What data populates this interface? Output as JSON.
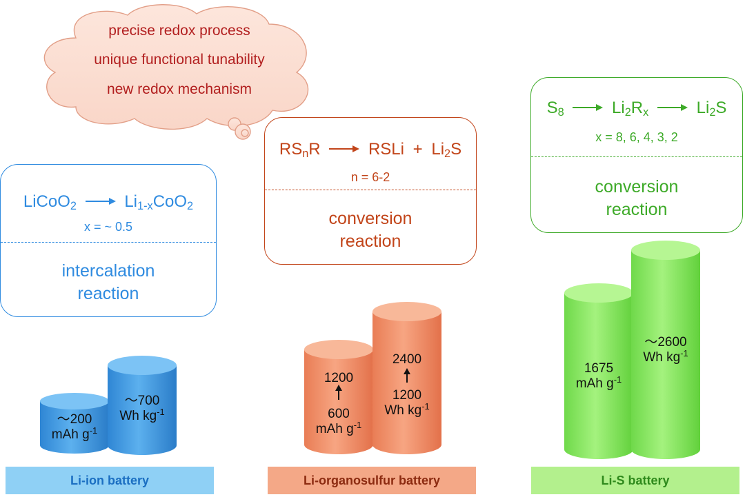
{
  "colors": {
    "blue": "#2f8be0",
    "orange": "#c2451a",
    "green": "#3daa28",
    "cloud_text": "#b21f1f"
  },
  "cloud": {
    "lines": [
      "precise redox process",
      "unique functional tunability",
      "new redox mechanism"
    ]
  },
  "li_ion": {
    "reactant_base": "LiCoO",
    "reactant_sub": "2",
    "product_base": "Li",
    "product_sub": "1-x",
    "product_base2": "CoO",
    "product_sub2": "2",
    "param": "x = ~ 0.5",
    "mechanism_line1": "intercalation",
    "mechanism_line2": "reaction",
    "capacity_value": "～200",
    "capacity_unit_base": "mAh g",
    "capacity_unit_sup": "-1",
    "energy_value": "～700",
    "energy_unit_base": "Wh kg",
    "energy_unit_sup": "-1",
    "label": "Li-ion battery"
  },
  "li_organo": {
    "reactant_a": "RS",
    "reactant_sub": "n",
    "reactant_b": "R",
    "product1": "RSLi",
    "plus": "+",
    "product2_base": "Li",
    "product2_sub": "2",
    "product2_b": "S",
    "param": "n = 6-2",
    "mechanism_line1": "conversion",
    "mechanism_line2": "reaction",
    "capacity_top": "1200",
    "capacity_bottom": "600",
    "capacity_unit_base": "mAh g",
    "capacity_unit_sup": "-1",
    "energy_top": "2400",
    "energy_bottom": "1200",
    "energy_unit_base": "Wh kg",
    "energy_unit_sup": "-1",
    "label": "Li-organosulfur battery"
  },
  "li_s": {
    "s8_base": "S",
    "s8_sub": "8",
    "mid_base": "Li",
    "mid_sub": "2",
    "mid_b": "R",
    "mid_sub2": "x",
    "end_base": "Li",
    "end_sub": "2",
    "end_b": "S",
    "param": "x = 8, 6, 4, 3, 2",
    "mechanism_line1": "conversion",
    "mechanism_line2": "reaction",
    "capacity_value": "1675",
    "capacity_unit_base": "mAh g",
    "capacity_unit_sup": "-1",
    "energy_value": "～2600",
    "energy_unit_base": "Wh kg",
    "energy_unit_sup": "-1",
    "label": "Li-S battery"
  }
}
